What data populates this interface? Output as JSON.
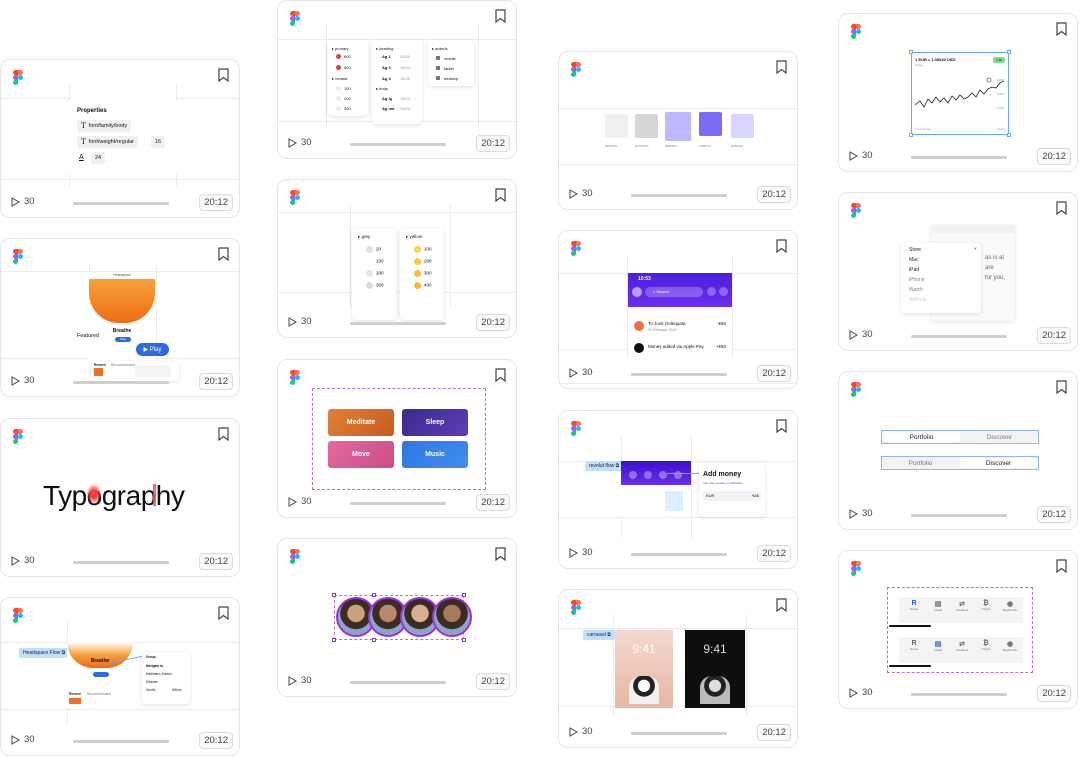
{
  "common": {
    "play_count": "30",
    "duration": "20:12",
    "brand_color": "#f24e1e",
    "icons": [
      "figma-logo-icon",
      "bookmark-icon",
      "play-icon"
    ]
  },
  "cards": [
    {
      "id": "typography-properties",
      "texts": {
        "title": "Properties",
        "row1": "font/family/body",
        "row2": "font/weight/regular",
        "row2_value": "16",
        "row3_value": "24"
      }
    },
    {
      "id": "headspace-featured",
      "texts": {
        "header": "Headspace",
        "featured": "Featured",
        "name": "Breathe",
        "play": "Play",
        "tab1": "Recent",
        "tab2": "Recommended"
      }
    },
    {
      "id": "typography-word",
      "texts": {
        "word": "Typography"
      }
    },
    {
      "id": "headspace-flow",
      "texts": {
        "tag": "Headspace Flow",
        "name": "Breathe",
        "menu_title": "Group",
        "menu1": "Navigate to",
        "menu2": "Meditation Screen",
        "menu3": "Dissolve",
        "menu4": "Gentle",
        "menu5": "600ms",
        "tab1": "Recent",
        "tab2": "Recommended"
      }
    },
    {
      "id": "tokens-scale",
      "texts": {
        "col1_h1": "primary",
        "c1": "600",
        "c2": "500",
        "col1_h2": "neutral",
        "n1": "100",
        "n2": "200",
        "n3": "300",
        "col2_h1": "heading",
        "h1": "Ag 1",
        "h1v": "20/30",
        "h2": "Ag 2",
        "h2v": "18/24",
        "h3": "Ag 3",
        "h3v": "16/20",
        "col2_h2": "body",
        "b1": "Ag lg",
        "b1v": "16/24",
        "b2": "Ag md",
        "b2v": "14/20",
        "col3_h": "artbrds",
        "a1": "mobile",
        "a2": "tablet",
        "a3": "desktop"
      }
    },
    {
      "id": "color-grey-yellow",
      "texts": {
        "g": "grey",
        "g1": "20",
        "g2": "100",
        "g3": "200",
        "g4": "300",
        "y": "yellow",
        "y1": "100",
        "y2": "200",
        "y3": "300",
        "y4": "400"
      }
    },
    {
      "id": "calm-tiles",
      "texts": {
        "t1": "Meditate",
        "t2": "Sleep",
        "t3": "Move",
        "t4": "Music"
      }
    },
    {
      "id": "avatar-stack",
      "texts": {}
    },
    {
      "id": "purple-swatches",
      "texts": {
        "s1": "#EFEFEF",
        "s2": "#DCDCDC",
        "s3": "#B8B5FF",
        "s4": "#7B6CF6",
        "s5": "#D8D6FF"
      }
    },
    {
      "id": "revolut-list",
      "texts": {
        "time": "10:53",
        "search": "Search",
        "row1": "To José Oolequata",
        "row1_amt": "-€60",
        "row1_sub": "20 February, 13:01",
        "row2": "Money added via Apple Pay",
        "row2_amt": "+€60"
      }
    },
    {
      "id": "revolut-flow",
      "texts": {
        "tag": "revolut flow",
        "title": "Add money",
        "sub": "You may receive a notification...",
        "field": "EUR",
        "field_val": "€45"
      }
    },
    {
      "id": "carousel",
      "texts": {
        "tag": "carousel",
        "time1": "9:41",
        "time2": "9:41"
      }
    },
    {
      "id": "price-chart",
      "texts": {
        "rate": "1 EUR = 1.08630 USD",
        "today": "Today",
        "badge": "1.08",
        "left": "6 month ago",
        "right": "Today",
        "y1": "1.0980",
        "y2": "1.0870",
        "y3": "1.0760"
      }
    },
    {
      "id": "apple-menu",
      "texts": {
        "m1": "Store",
        "m2": "Mac",
        "m3": "iPad",
        "m4": "iPhone",
        "m5": "Watch",
        "m6": "AirPods",
        "side1": "as is at",
        "side2": "are",
        "side3": "for you."
      }
    },
    {
      "id": "segmented",
      "texts": {
        "a": "Portfolio",
        "b": "Discover"
      }
    },
    {
      "id": "tabbar",
      "texts": {
        "t1": "Home",
        "t2": "Invest",
        "t3": "Transfers",
        "t4": "Crypto",
        "t5": "RevPoints"
      }
    }
  ]
}
